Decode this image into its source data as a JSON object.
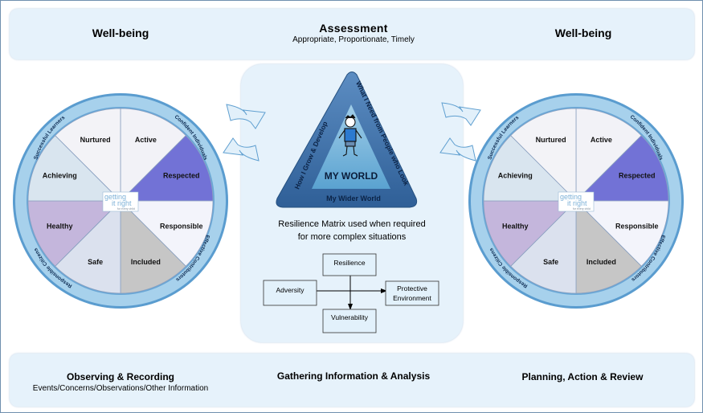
{
  "header": {
    "left_title": "Well-being",
    "center_title": "Assessment",
    "center_subtitle": "Appropriate, Proportionate, Timely",
    "right_title": "Well-being"
  },
  "footer": {
    "left_title": "Observing & Recording",
    "left_subtitle": "Events/Concerns/Observations/Other Information",
    "center_title": "Gathering Information & Analysis",
    "right_title": "Planning, Action & Review"
  },
  "wheel": {
    "segments": [
      "Active",
      "Respected",
      "Responsible",
      "Included",
      "Safe",
      "Healthy",
      "Achieving",
      "Nurtured"
    ],
    "ring_labels": [
      "Successful Learners",
      "Confident Individuals",
      "Effective Contributors",
      "Responsible Citizens"
    ],
    "logo_line1": "getting",
    "logo_line2": "it right",
    "logo_line3": "for every child",
    "colors": {
      "Active": "#f2f2f7",
      "Respected": "#7272d6",
      "Responsible": "#f3f4fb",
      "Included": "#c6c6c6",
      "Safe": "#dbe1ee",
      "Healthy": "#c4b6dc",
      "Achieving": "#d9e5ef",
      "Nurtured": "#f3f3f7",
      "ring": "#8fbfdf",
      "ring_dark": "#4f94c8"
    }
  },
  "triangle": {
    "left_edge": "How I Grow & Develop",
    "right_edge": "What I Need from People who Look After Me",
    "bottom_edge": "My Wider World",
    "center_label": "MY WORLD",
    "color": "#3a6fa8"
  },
  "center": {
    "caption_line1": "Resilience Matrix used when required",
    "caption_line2": "for more complex situations"
  },
  "matrix": {
    "top": "Resilience",
    "left": "Adversity",
    "right_line1": "Protective",
    "right_line2": "Environment",
    "bottom": "Vulnerability"
  }
}
